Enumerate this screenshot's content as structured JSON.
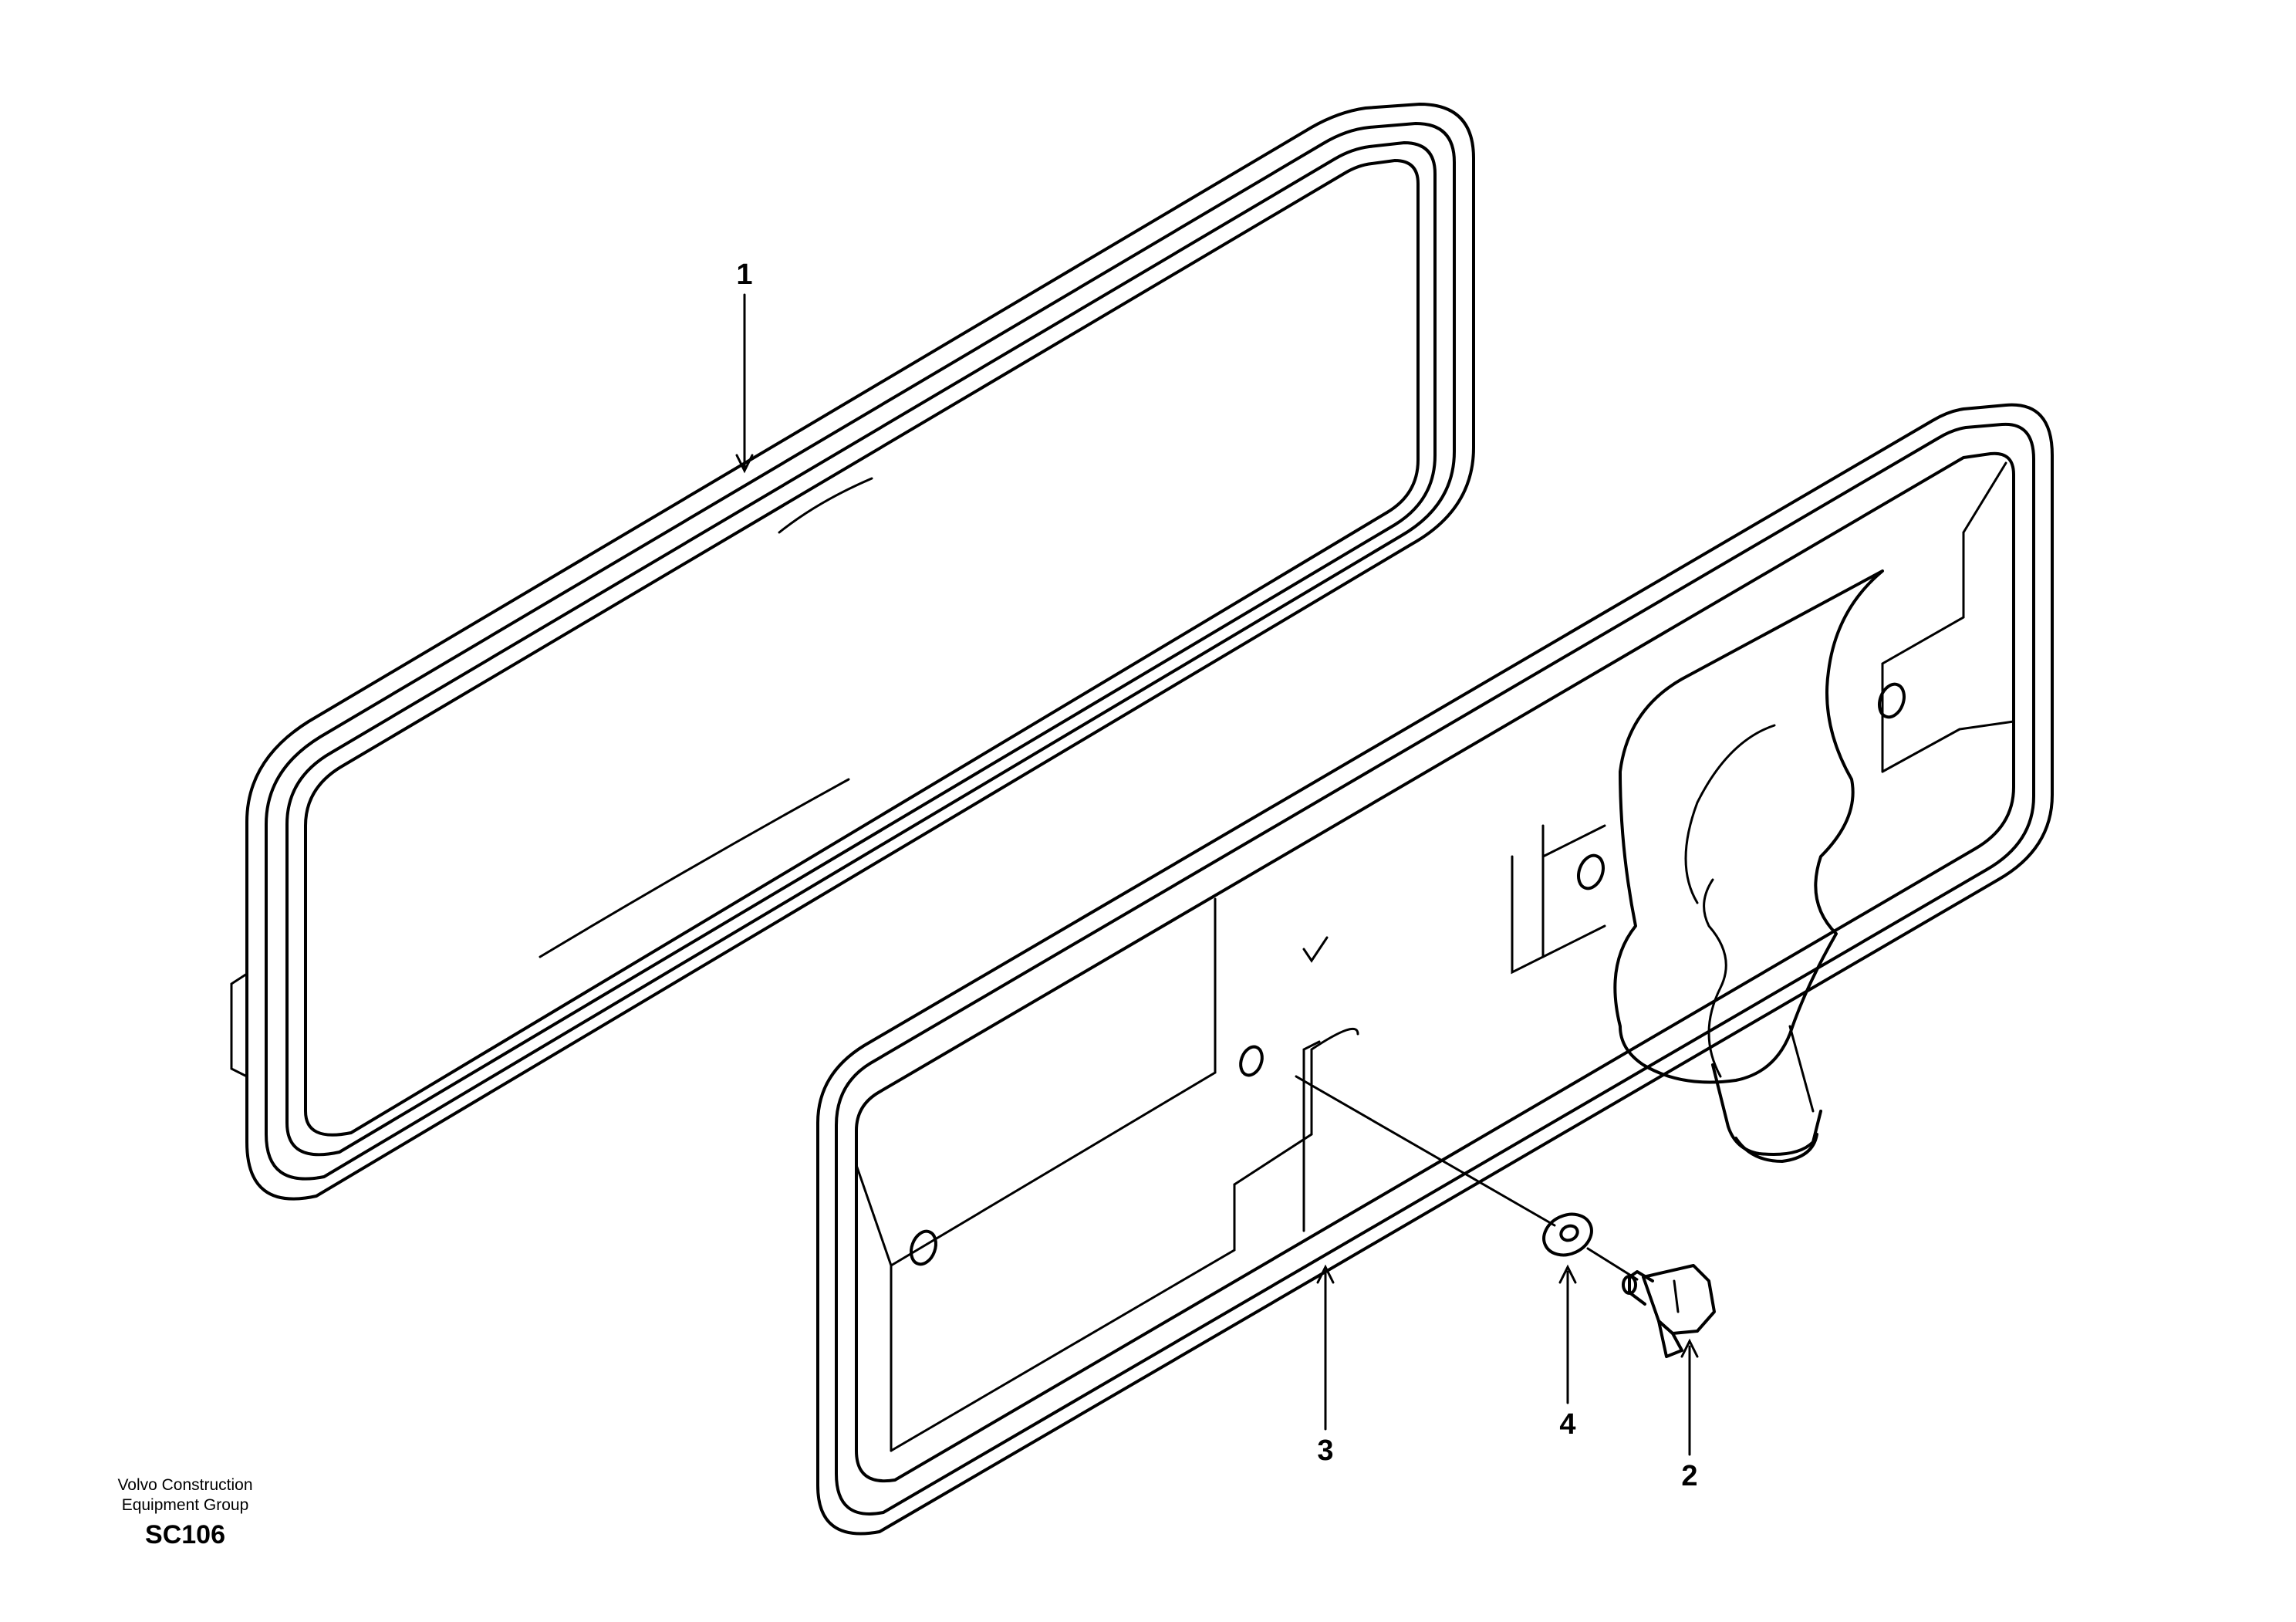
{
  "labels": {
    "gasket": "1",
    "bolt": "2",
    "cover": "3",
    "washer": "4"
  },
  "footer": {
    "company_line1": "Volvo Construction",
    "company_line2": "Equipment Group",
    "code": "SC106"
  }
}
